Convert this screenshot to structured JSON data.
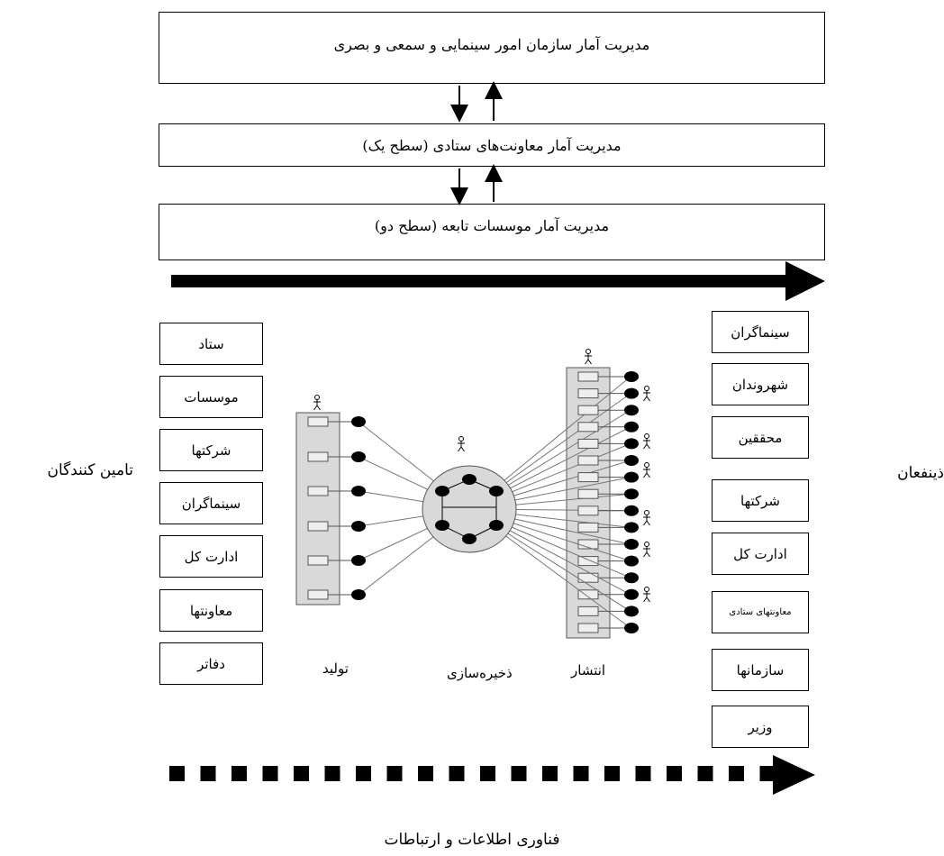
{
  "management": {
    "level_0": "مدیریت آمار سازمان امور سینمایی و سمعی و بصری",
    "level_1": "مدیریت آمار معاونت‌های ستادی (سطح یک)",
    "level_2": "مدیریت آمار موسسات تابعه (سطح دو)"
  },
  "suppliers": {
    "title": "تامین کنندگان",
    "items": [
      "ستاد",
      "موسسات",
      "شرکتها",
      "سینماگران",
      "ادارت کل",
      "معاونتها",
      "دفاتر"
    ]
  },
  "stakeholders": {
    "title": "ذینفعان",
    "items": [
      "سینماگران",
      "شهروندان",
      "محققین",
      "شرکتها",
      "ادارت کل",
      "معاونتهای ستادی",
      "سازمانها",
      "وزیر"
    ]
  },
  "stages": {
    "production": "تولید",
    "storage": "ذخیره‌سازی",
    "distribution": "انتشار"
  },
  "footer": "فناوری اطلاعات و ارتباطات"
}
